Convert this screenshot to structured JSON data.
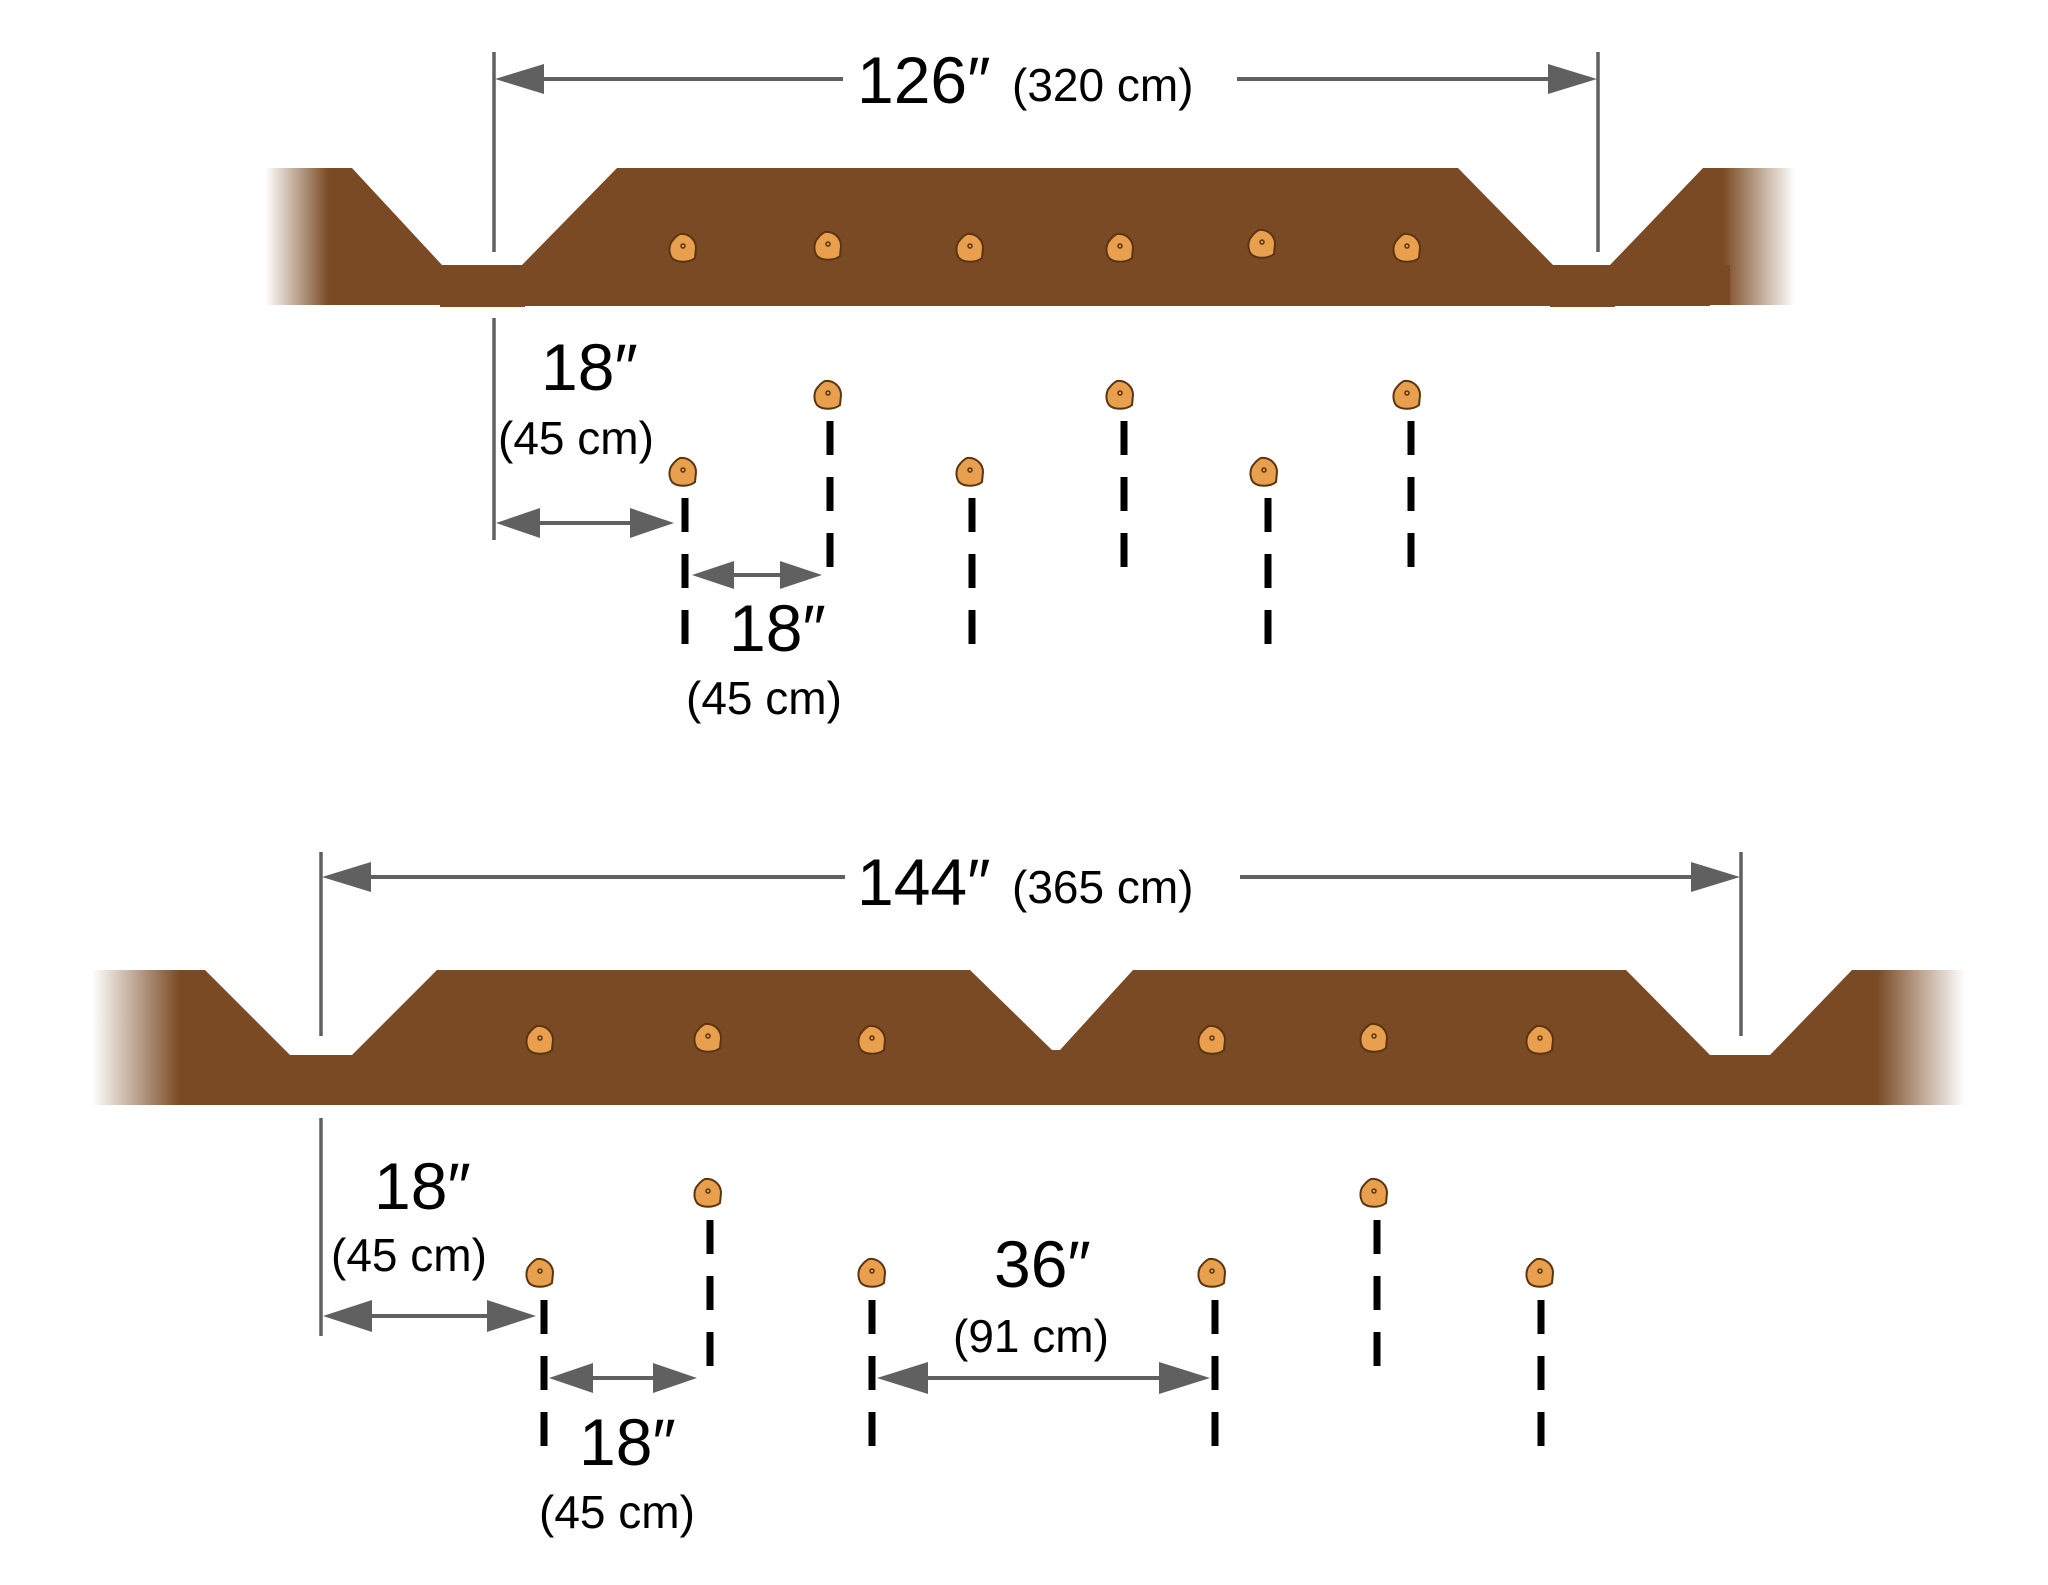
{
  "colors": {
    "soil": "#7a4a24",
    "tuber": "#e8a04e",
    "tuber_outline": "#5a3512",
    "dimension": "#606060",
    "row_mark": "#000000"
  },
  "icons": [
    "seed-potato-icon"
  ],
  "diagram_top": {
    "bed_width": {
      "inches": "126″",
      "cm": "(320 cm)"
    },
    "edge_spacing": {
      "inches": "18″",
      "cm": "(45 cm)"
    },
    "plant_spacing": {
      "inches": "18″",
      "cm": "(45 cm)"
    }
  },
  "diagram_bottom": {
    "bed_width": {
      "inches": "144″",
      "cm": "(365 cm)"
    },
    "edge_spacing": {
      "inches": "18″",
      "cm": "(45 cm)"
    },
    "plant_spacing": {
      "inches": "18″",
      "cm": "(45 cm)"
    },
    "gap_spacing": {
      "inches": "36″",
      "cm": "(91 cm)"
    }
  }
}
